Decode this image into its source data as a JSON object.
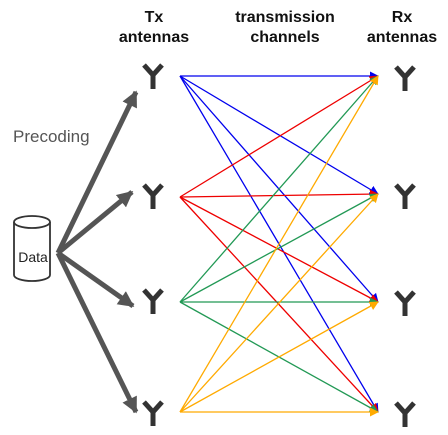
{
  "headers": {
    "tx": [
      "Tx",
      "antennas"
    ],
    "channels": [
      "transmission",
      "channels"
    ],
    "rx": [
      "Rx",
      "antennas"
    ]
  },
  "precoding_label": "Precoding",
  "data_label": "Data",
  "channel_colors": [
    "#0000ee",
    "#ee0000",
    "#229955",
    "#ffaa00"
  ],
  "precoding_arrow_color": "#555555",
  "antenna_color": "#333333"
}
